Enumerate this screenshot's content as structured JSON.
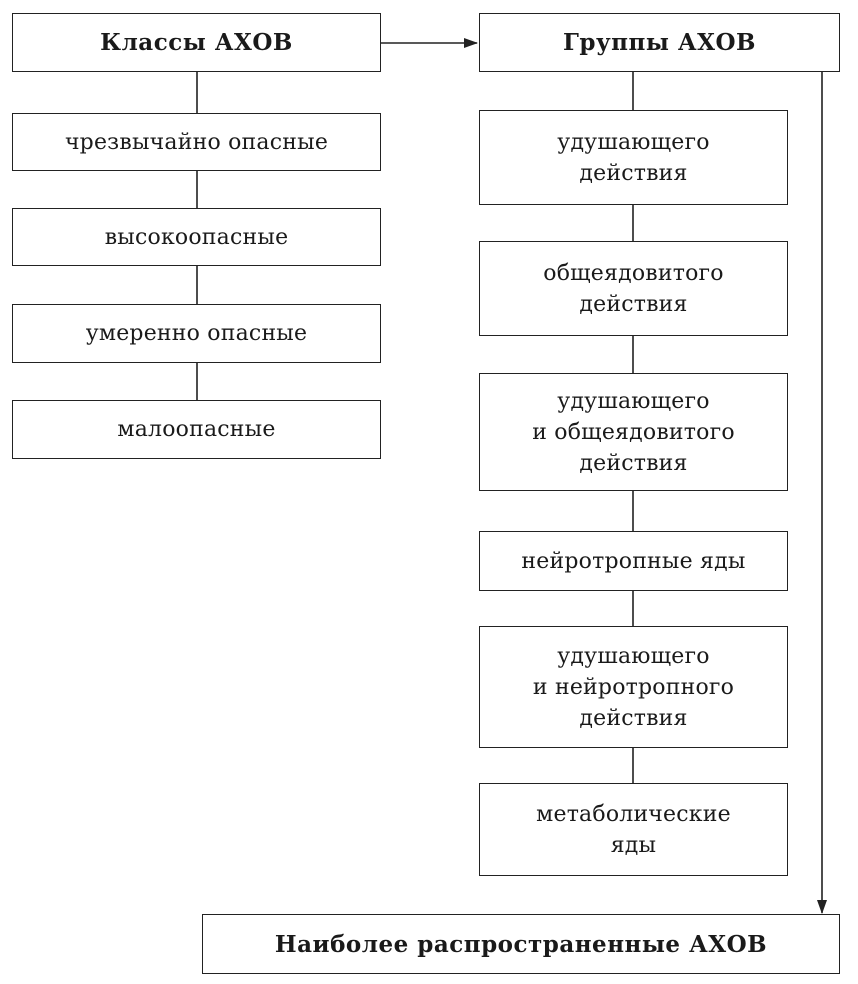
{
  "classes": {
    "title": "Классы АХОВ",
    "items": [
      "чрезвычайно опасные",
      "высокоопасные",
      "умеренно опасные",
      "малоопасные"
    ]
  },
  "groups": {
    "title": "Группы АХОВ",
    "items": [
      [
        "удушающего",
        "действия"
      ],
      [
        "общеядовитого",
        "действия"
      ],
      [
        "удушающего",
        "и общеядовитого",
        "действия"
      ],
      [
        "нейротропные яды"
      ],
      [
        "удушающего",
        "и нейротропного",
        "действия"
      ],
      [
        "метаболические",
        "яды"
      ]
    ]
  },
  "footer": {
    "title": "Наиболее распространенные АХОВ"
  }
}
